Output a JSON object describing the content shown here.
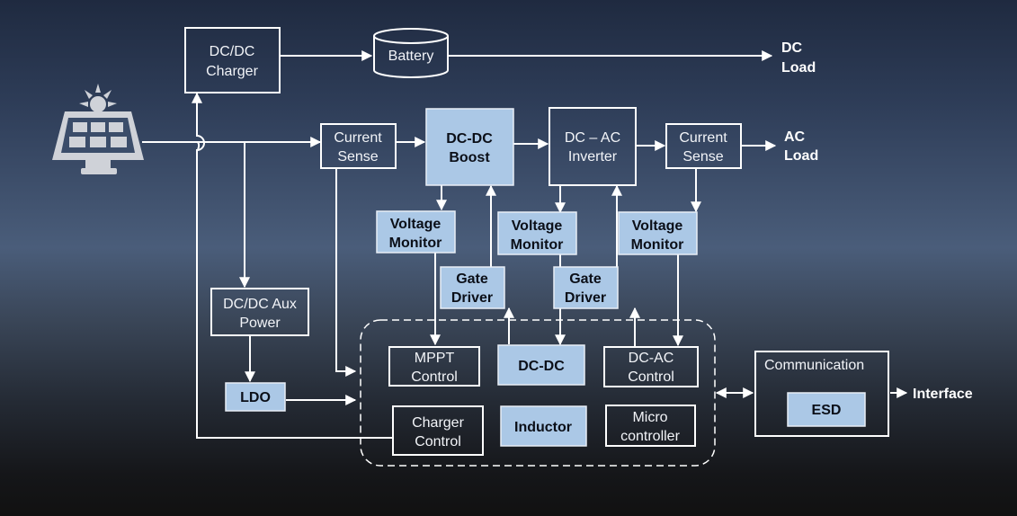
{
  "diagram": {
    "title": "Solar power system block diagram",
    "colors": {
      "highlight_fill": "#abc8e6",
      "line": "#ffffff",
      "panel_icon": "#cfd2d8"
    },
    "icons": {
      "solar_panel": "solar-panel-icon"
    },
    "blocks": {
      "dcdc_charger": [
        "DC/DC",
        "Charger"
      ],
      "battery": [
        "Battery"
      ],
      "current_sense_in": [
        "Current",
        "Sense"
      ],
      "dcdc_boost": [
        "DC-DC",
        "Boost"
      ],
      "dcac_inverter": [
        "DC – AC",
        "Inverter"
      ],
      "current_sense_out": [
        "Current",
        "Sense"
      ],
      "voltage_monitor_1": [
        "Voltage",
        "Monitor"
      ],
      "voltage_monitor_2": [
        "Voltage",
        "Monitor"
      ],
      "voltage_monitor_3": [
        "Voltage",
        "Monitor"
      ],
      "gate_driver_1": [
        "Gate",
        "Driver"
      ],
      "gate_driver_2": [
        "Gate",
        "Driver"
      ],
      "dcdc_aux_power": [
        "DC/DC Aux",
        "Power"
      ],
      "ldo": [
        "LDO"
      ],
      "mppt_control": [
        "MPPT",
        "Control"
      ],
      "dcdc": [
        "DC-DC"
      ],
      "dcac_control": [
        "DC-AC",
        "Control"
      ],
      "charger_control": [
        "Charger",
        "Control"
      ],
      "inductor": [
        "Inductor"
      ],
      "microcontroller": [
        "Micro",
        "controller"
      ],
      "communication": [
        "Communication"
      ],
      "esd": [
        "ESD"
      ]
    },
    "outputs": {
      "dc_load": [
        "DC",
        "Load"
      ],
      "ac_load": [
        "AC",
        "Load"
      ],
      "interface": [
        "Interface"
      ]
    }
  }
}
